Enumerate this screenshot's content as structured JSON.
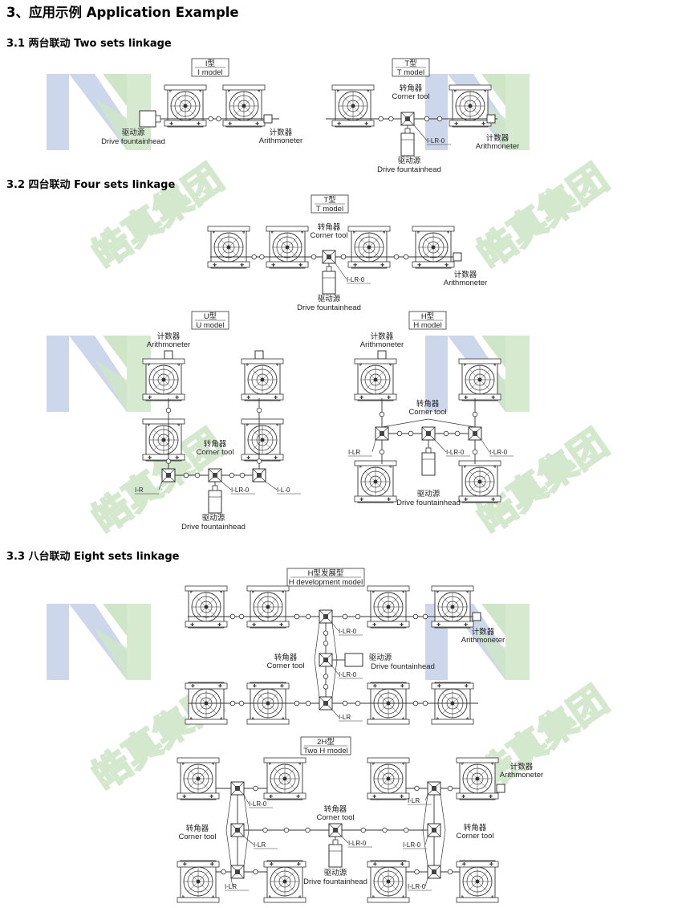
{
  "section_title": "3、应用示例 Application Example",
  "sub1": {
    "title": "3.1 两台联动  Two sets linkage"
  },
  "sub2": {
    "title": "3.2 四台联动  Four sets linkage"
  },
  "sub3": {
    "title": "3.3 八台联动  Eight sets linkage"
  },
  "models": {
    "i": {
      "cn": "I型",
      "en": "I model"
    },
    "t": {
      "cn": "T型",
      "en": "T model"
    },
    "u": {
      "cn": "U型",
      "en": "U model"
    },
    "h": {
      "cn": "H型",
      "en": "H model"
    },
    "hd": {
      "cn": "H型发展型",
      "en": "H development model"
    },
    "h2": {
      "cn": "2H型",
      "en": "Two H model"
    }
  },
  "labels": {
    "drive_cn": "驱动源",
    "drive_en": "Drive fountainhead",
    "counter_cn": "计数器",
    "counter_en": "Arithmoneter",
    "corner_cn": "转角器",
    "corner_en": "Corner tool"
  },
  "tags": {
    "lr0": "I-LR-0",
    "lr": "I-LR",
    "r": "I-R",
    "l0": "I-L-0"
  },
  "watermark": {
    "text": "皓真集团",
    "blue": "#c8d3ea",
    "green": "#c9e3c1"
  }
}
